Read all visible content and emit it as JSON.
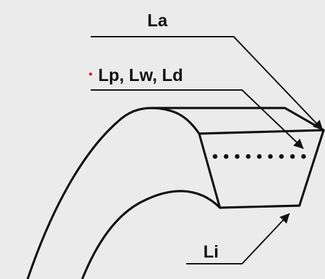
{
  "labels": {
    "la": "La",
    "lp_lw_ld": "Lp, Lw, Ld",
    "li": "Li"
  },
  "colors": {
    "background": "#ebebeb",
    "ink": "#111111",
    "marker": "#d01818"
  }
}
